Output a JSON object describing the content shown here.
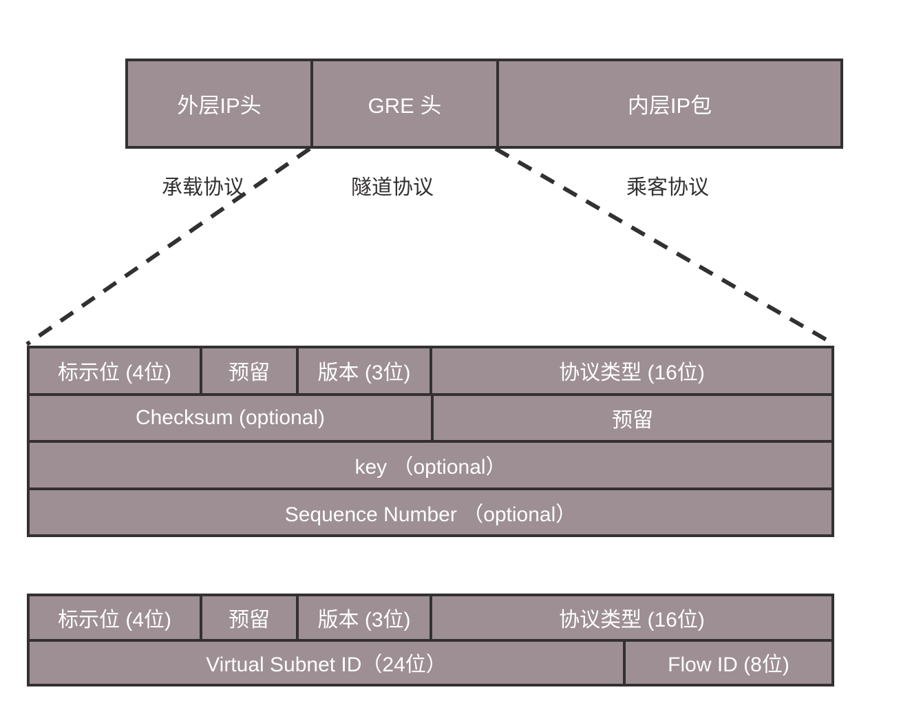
{
  "diagram": {
    "title": "GRE / NVGRE packet header layout",
    "colors": {
      "fill": "#9d8f93",
      "border": "#333031",
      "cell_text": "#ffffff",
      "caption_text": "#333031",
      "background": "#ffffff"
    }
  },
  "encapsulation_bar": {
    "name": "GRE encapsulated packet",
    "cells": [
      {
        "label": "外层IP头"
      },
      {
        "label": "GRE 头"
      },
      {
        "label": "内层IP包"
      }
    ]
  },
  "protocol_captions": [
    {
      "label": "承载协议"
    },
    {
      "label": "隧道协议"
    },
    {
      "label": "乘客协议"
    }
  ],
  "connectors": [
    {
      "name": "gre-header-expand-left",
      "style": "dashed",
      "from": "gre-cell-left-bottom",
      "to": "gre-table-left-top"
    },
    {
      "name": "gre-header-expand-right",
      "style": "dashed",
      "from": "gre-cell-right-bottom",
      "to": "gre-table-right-top"
    }
  ],
  "gre_header": {
    "name": "GRE header fields",
    "rows": [
      {
        "cells": [
          {
            "label": "标示位 (4位)"
          },
          {
            "label": "预留"
          },
          {
            "label": "版本 (3位)"
          },
          {
            "label": "协议类型 (16位)"
          }
        ]
      },
      {
        "cells": [
          {
            "label": "Checksum (optional)"
          },
          {
            "label": "预留"
          }
        ]
      },
      {
        "cells": [
          {
            "label": "key （optional）"
          }
        ]
      },
      {
        "cells": [
          {
            "label": "Sequence Number （optional）"
          }
        ]
      }
    ]
  },
  "nvgre_header": {
    "name": "NVGRE header fields",
    "rows": [
      {
        "cells": [
          {
            "label": "标示位 (4位)"
          },
          {
            "label": "预留"
          },
          {
            "label": "版本 (3位)"
          },
          {
            "label": "协议类型 (16位)"
          }
        ]
      },
      {
        "cells": [
          {
            "label": "Virtual Subnet ID（24位）"
          },
          {
            "label": "Flow ID (8位)"
          }
        ]
      }
    ]
  }
}
